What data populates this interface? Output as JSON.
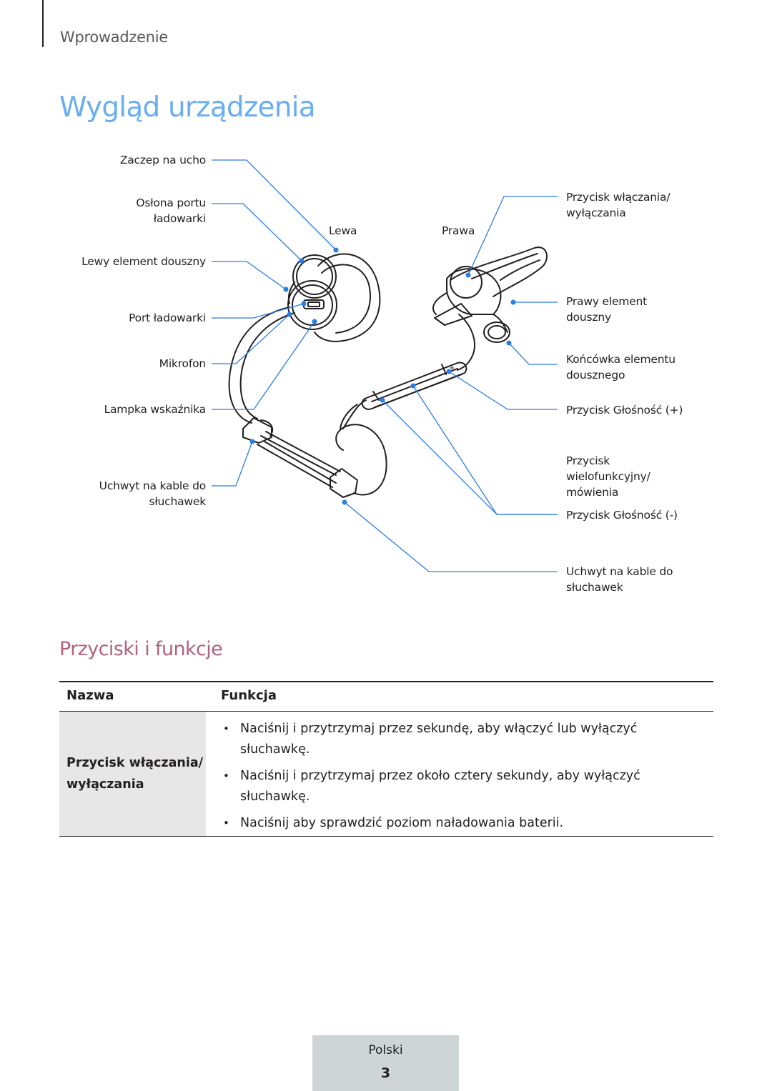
{
  "header": {
    "section": "Wprowadzenie"
  },
  "title": "Wygląd urządzenia",
  "diagram": {
    "side_left": "Lewa",
    "side_right": "Prawa",
    "labels_left": [
      {
        "lines": [
          "Zaczep na ucho"
        ]
      },
      {
        "lines": [
          "Osłona portu",
          "ładowarki"
        ]
      },
      {
        "lines": [
          "Lewy element douszny"
        ]
      },
      {
        "lines": [
          "Port ładowarki"
        ]
      },
      {
        "lines": [
          "Mikrofon"
        ]
      },
      {
        "lines": [
          "Lampka wskaźnika"
        ]
      },
      {
        "lines": [
          "Uchwyt na kable do",
          "słuchawek"
        ]
      }
    ],
    "labels_right": [
      {
        "lines": [
          "Przycisk włączania/",
          "wyłączania"
        ]
      },
      {
        "lines": [
          "Prawy element",
          "douszny"
        ]
      },
      {
        "lines": [
          "Końcówka elementu",
          "dousznego"
        ]
      },
      {
        "lines": [
          "Przycisk Głośność (+)"
        ]
      },
      {
        "lines": [
          "Przycisk",
          "wielofunkcyjny/",
          "mówienia"
        ]
      },
      {
        "lines": [
          "Przycisk Głośność (-)"
        ]
      },
      {
        "lines": [
          "Uchwyt na kable do",
          "słuchawek"
        ]
      }
    ],
    "line_color": "#2a7de1"
  },
  "subtitle": "Przyciski i funkcje",
  "table": {
    "headers": [
      "Nazwa",
      "Funkcja"
    ],
    "rows": [
      {
        "name_lines": [
          "Przycisk włączania/",
          "wyłączania"
        ],
        "functions": [
          [
            "Naciśnij i przytrzymaj przez sekundę, aby włączyć lub wyłączyć",
            "słuchawkę."
          ],
          [
            "Naciśnij i przytrzymaj przez około cztery sekundy, aby wyłączyć",
            "słuchawkę."
          ],
          [
            "Naciśnij aby sprawdzić poziom naładowania baterii."
          ]
        ]
      }
    ]
  },
  "footer": {
    "language": "Polski",
    "page": "3"
  }
}
